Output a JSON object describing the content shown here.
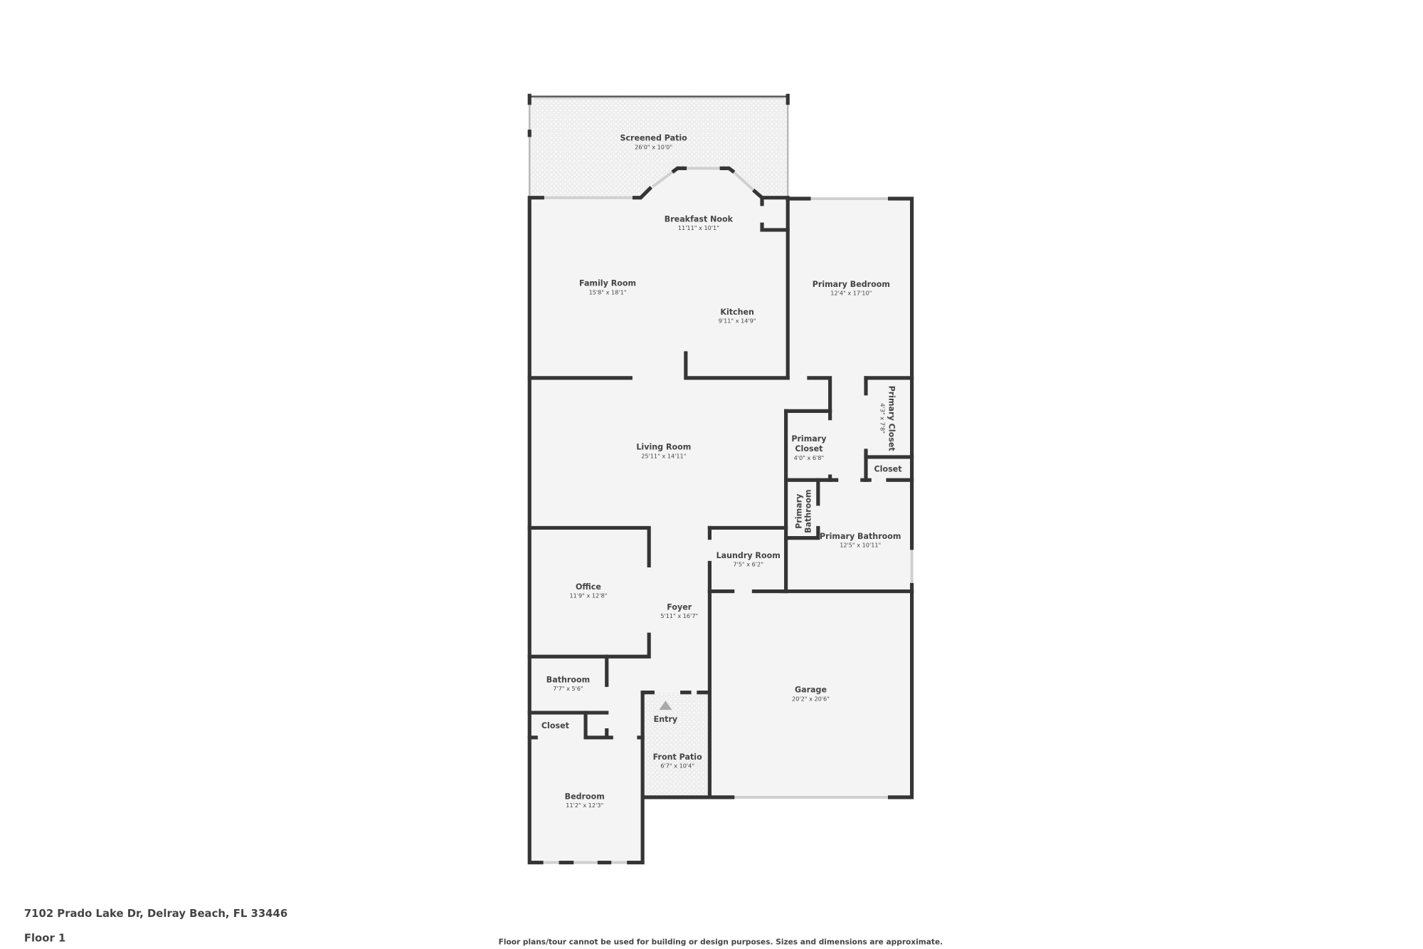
{
  "address": "7102 Prado Lake Dr, Delray Beach, FL 33446",
  "floor": "Floor 1",
  "disclaimer": "Floor plans/tour cannot be used for building or design purposes. Sizes and dimensions are approximate.",
  "colors": {
    "wall": "#353535",
    "floor": "#f4f4f4",
    "text": "#444444",
    "patio_pattern": "#e2e2e2"
  },
  "rooms": {
    "screened_patio": {
      "name": "Screened Patio",
      "dims": "26'0\" x 10'0\""
    },
    "breakfast_nook": {
      "name": "Breakfast Nook",
      "dims": "11'11\" x 10'1\""
    },
    "family_room": {
      "name": "Family Room",
      "dims": "15'8\" x 18'1\""
    },
    "kitchen": {
      "name": "Kitchen",
      "dims": "9'11\" x 14'9\""
    },
    "primary_bedroom": {
      "name": "Primary Bedroom",
      "dims": "12'4\" x 17'10\""
    },
    "living_room": {
      "name": "Living Room",
      "dims": "25'11\" x 14'11\""
    },
    "primary_closet_1": {
      "name_line1": "Primary",
      "name_line2": "Closet",
      "dims": "4'0\" x 6'8\""
    },
    "primary_closet_2": {
      "name": "Primary Closet",
      "dims": "4'3\" x 7'8\""
    },
    "closet_primary": {
      "name": "Closet"
    },
    "primary_bathroom_small": {
      "name_line1": "Primary",
      "name_line2": "Bathroom"
    },
    "primary_bathroom": {
      "name": "Primary Bathroom",
      "dims": "12'5\" x 10'11\""
    },
    "laundry_room": {
      "name": "Laundry Room",
      "dims": "7'5\" x 6'2\""
    },
    "office": {
      "name": "Office",
      "dims": "11'9\" x 12'8\""
    },
    "foyer": {
      "name": "Foyer",
      "dims": "5'11\" x 16'7\""
    },
    "bathroom": {
      "name": "Bathroom",
      "dims": "7'7\" x 5'6\""
    },
    "entry": {
      "name": "Entry",
      "icon": "entry-arrow-icon"
    },
    "closet": {
      "name": "Closet"
    },
    "front_patio": {
      "name": "Front Patio",
      "dims": "6'7\" x 10'4\""
    },
    "garage": {
      "name": "Garage",
      "dims": "20'2\" x 20'6\""
    },
    "bedroom": {
      "name": "Bedroom",
      "dims": "11'2\" x 12'3\""
    }
  }
}
